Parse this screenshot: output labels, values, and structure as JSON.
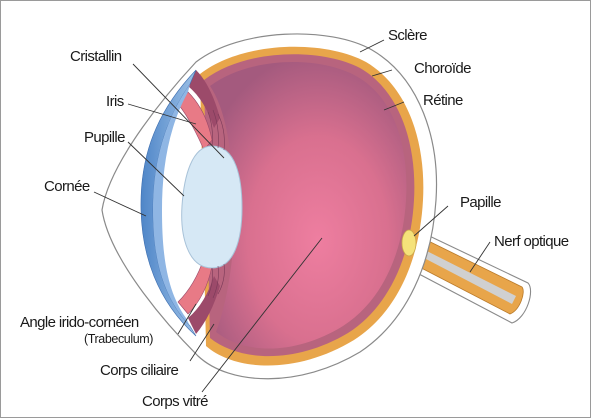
{
  "labels": {
    "cristallin": "Cristallin",
    "iris": "Iris",
    "pupille": "Pupille",
    "cornee": "Cornée",
    "angle": "Angle irido-cornéen",
    "trabeculum": "(Trabeculum)",
    "corps_ciliaire": "Corps ciliaire",
    "corps_vitre": "Corps vitré",
    "sclere": "Sclère",
    "choroide": "Choroïde",
    "retine": "Rétine",
    "papille": "Papille",
    "nerf_optique": "Nerf optique"
  },
  "colors": {
    "frame": "#9a9a9a",
    "sclera": "#ffffff",
    "sclera_outline": "#8a8a8a",
    "choroid": "#e8a54a",
    "retina": "#b8647e",
    "vitreous": "#e07898",
    "vitreous_dark": "#b45a7c",
    "lens": "#d6e8f5",
    "cornea": "#6f9fd6",
    "iris": "#e87a86",
    "ciliary": "#c05a78",
    "optic_nerve": "#e8a54a",
    "nerve_core": "#c8c8c8",
    "papilla": "#f5e27a"
  }
}
